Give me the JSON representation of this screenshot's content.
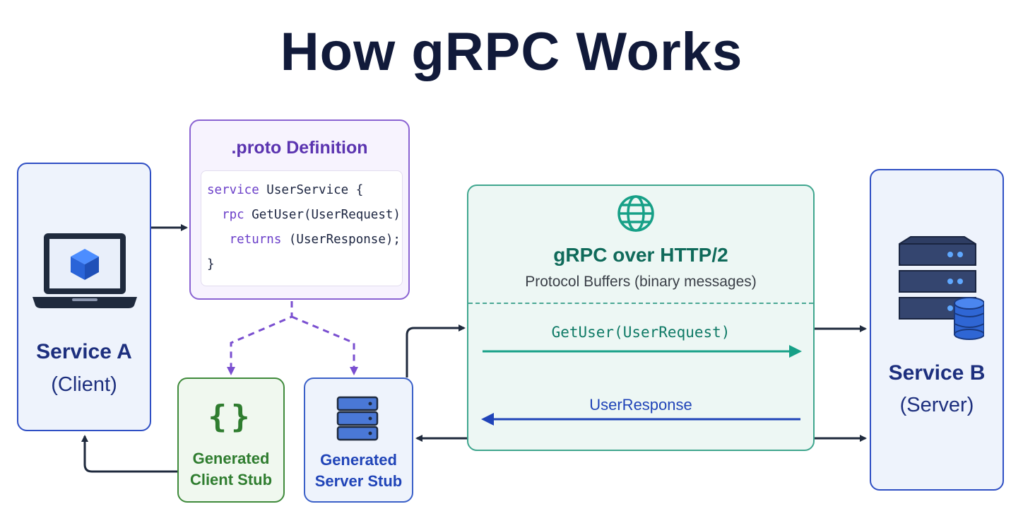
{
  "title": "How gRPC Works",
  "service_a": {
    "name": "Service A",
    "role": "(Client)",
    "icon": "laptop-cube-icon"
  },
  "service_b": {
    "name": "Service B",
    "role": "(Server)",
    "icon": "server-database-icon"
  },
  "proto": {
    "title": ".proto Definition",
    "code": [
      {
        "kw": "service",
        "rest": " UserService {"
      },
      {
        "kw": "  rpc",
        "rest": " GetUser(UserRequest)"
      },
      {
        "kw": "   returns",
        "rest": " (UserResponse);"
      },
      {
        "kw": "",
        "rest": "}"
      }
    ]
  },
  "client_stub": {
    "line1": "Generated",
    "line2": "Client Stub",
    "icon": "curly-braces-icon"
  },
  "server_stub": {
    "line1": "Generated",
    "line2": "Server Stub",
    "icon": "server-icon"
  },
  "transport": {
    "title": "gRPC over HTTP/2",
    "subtitle": "Protocol Buffers (binary messages)",
    "request": "GetUser(UserRequest)",
    "response": "UserResponse",
    "icon": "globe-icon"
  },
  "colors": {
    "client": "#2f4fc4",
    "proto": "#8a63d2",
    "client_stub": "#3f8a3b",
    "transport": "#3fa68e",
    "response": "#2044b8",
    "wire": "#1f2a3d"
  }
}
